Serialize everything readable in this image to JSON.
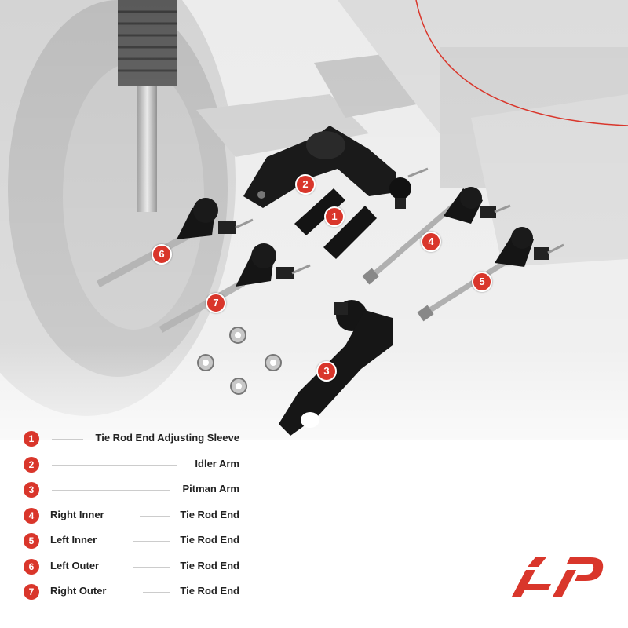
{
  "callouts": [
    "1",
    "2",
    "3",
    "4",
    "5",
    "6",
    "7"
  ],
  "legend": [
    {
      "num": "1",
      "left": "",
      "right": "Tie Rod End Adjusting Sleeve"
    },
    {
      "num": "2",
      "left": "",
      "right": "Idler Arm"
    },
    {
      "num": "3",
      "left": "",
      "right": "Pitman Arm"
    },
    {
      "num": "4",
      "left": "Right Inner",
      "right": "Tie Rod End"
    },
    {
      "num": "5",
      "left": "Left Inner",
      "right": "Tie Rod End"
    },
    {
      "num": "6",
      "left": "Left Outer",
      "right": "Tie Rod End"
    },
    {
      "num": "7",
      "left": "Right Outer",
      "right": "Tie Rod End"
    }
  ],
  "colors": {
    "accent": "#d9362b",
    "part": "#1a1a1a",
    "steel": "#b8b8b8",
    "background_photo": "#e6e6e6"
  },
  "logo_icon": "a-premium-logo-icon"
}
